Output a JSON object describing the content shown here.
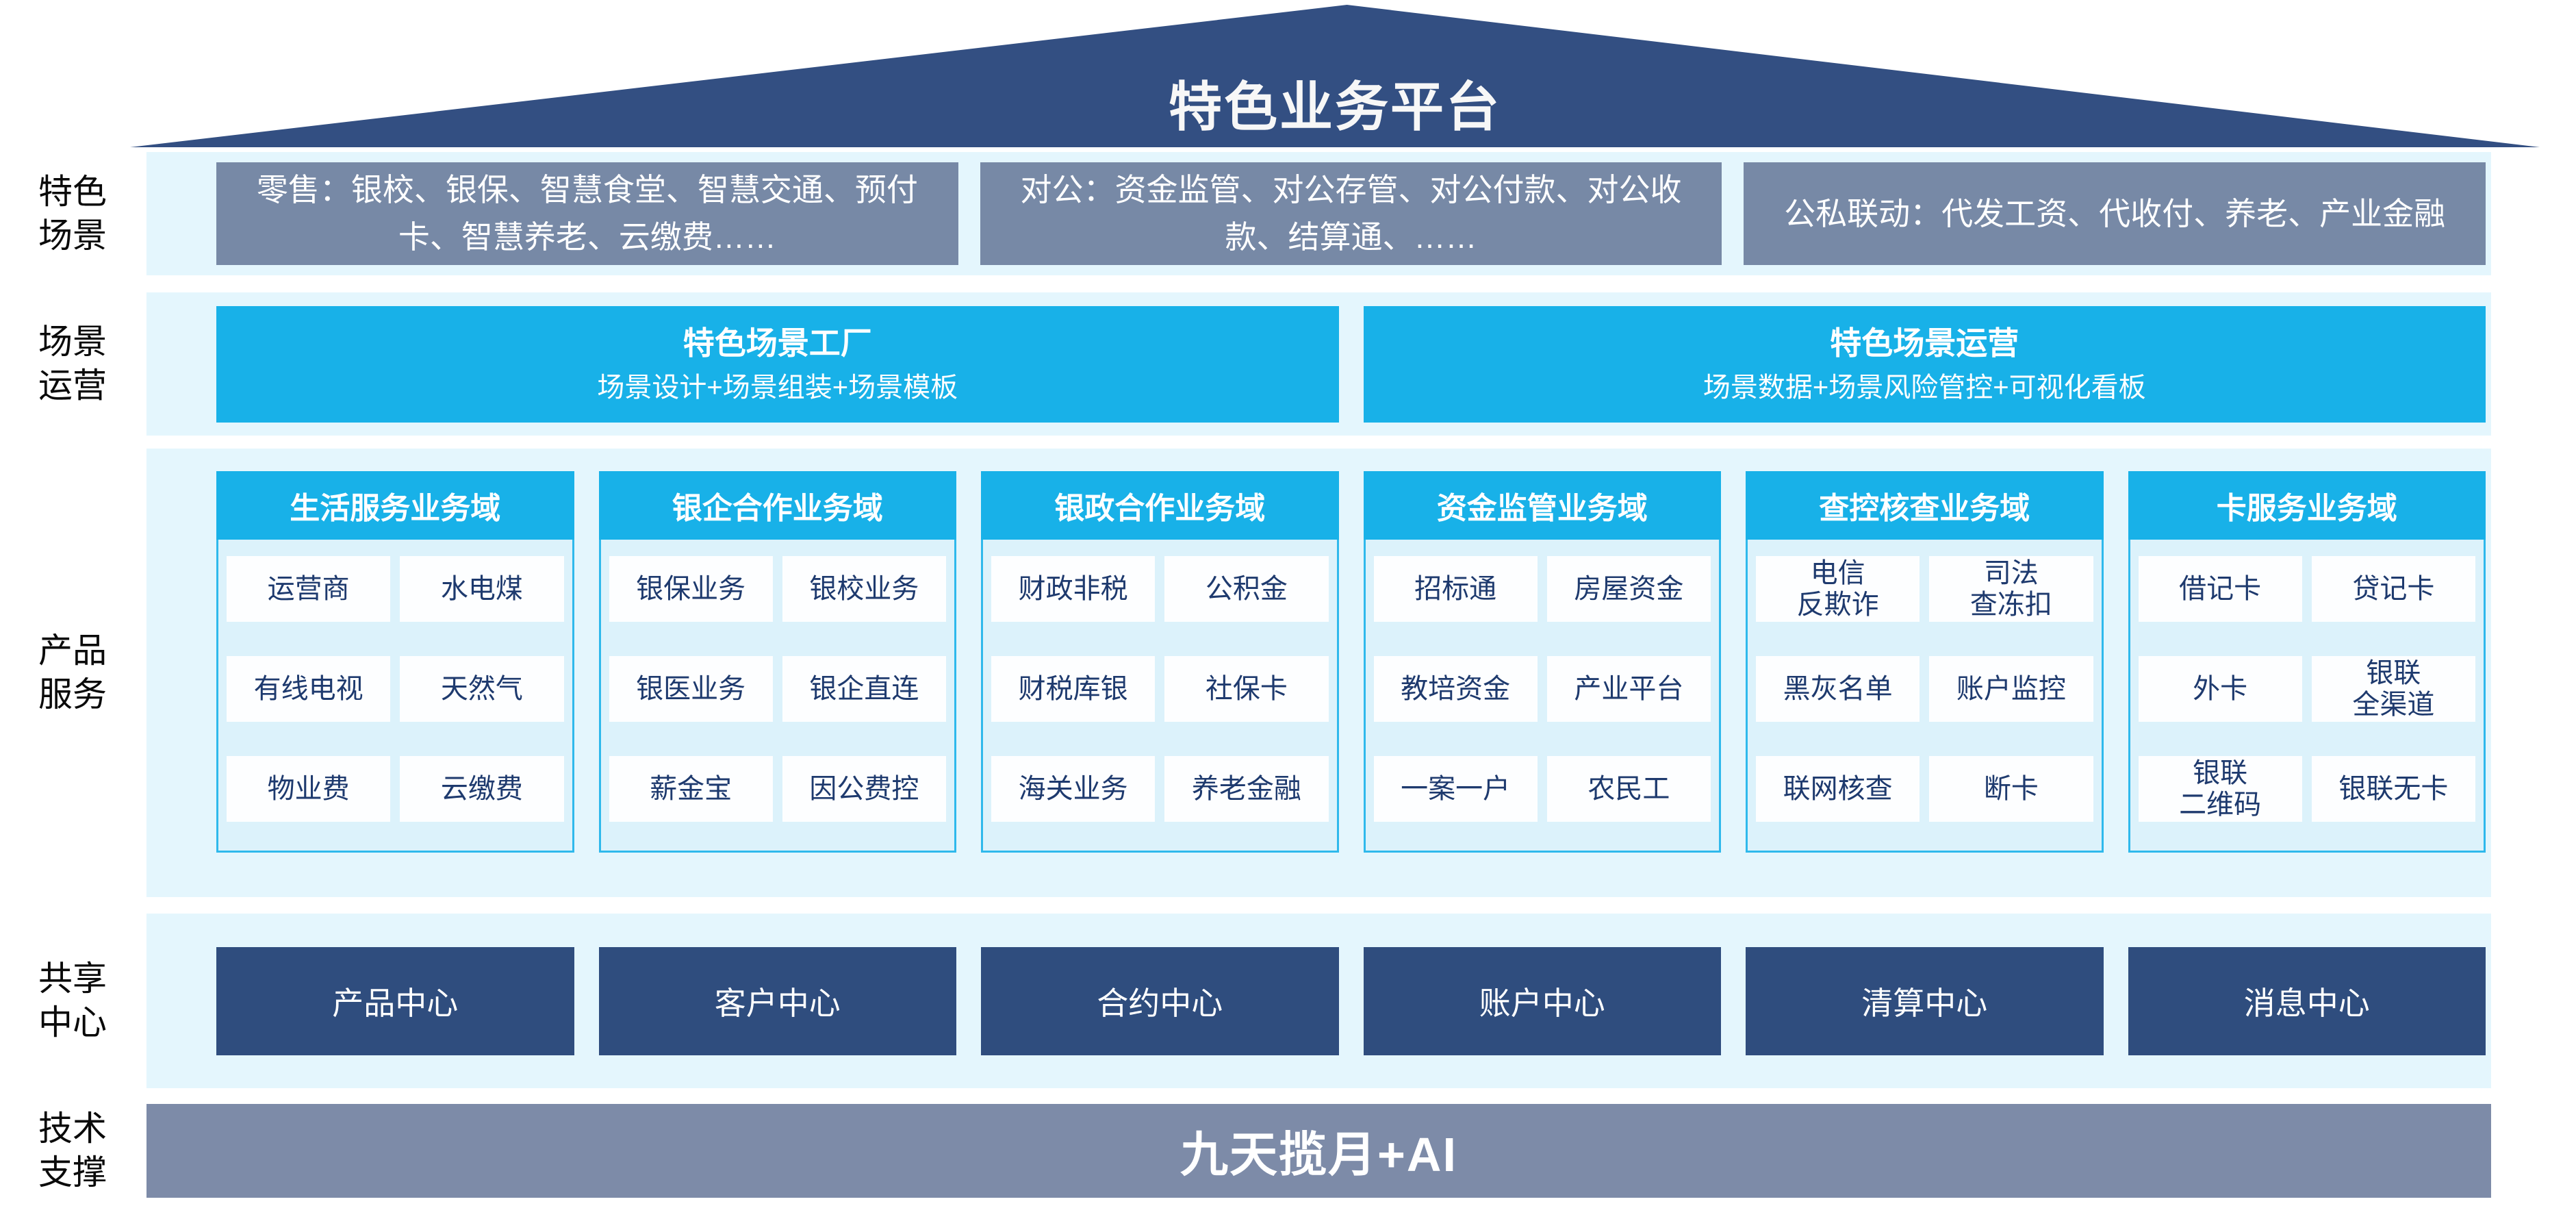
{
  "platform_title": "特色业务平台",
  "colors": {
    "roof_navy": "#334F82",
    "band_light_blue": "#E4F6FD",
    "scene_box_gray_blue": "#7789A6",
    "accent_cyan": "#18B1E8",
    "domain_body_blue": "#DCF2FB",
    "domain_border_cyan": "#2FB9EC",
    "card_white": "#FDFEFF",
    "card_text_navy": "#1E3A6E",
    "center_box_navy": "#2F4D7E",
    "tech_bar_gray_blue": "#7D8BA8"
  },
  "rows": {
    "scenes": {
      "label": "特色\n场景",
      "boxes": [
        "零售：银校、银保、智慧食堂、智慧交通、预付卡、智慧养老、云缴费……",
        "对公：资金监管、对公存管、对公付款、对公收款、结算通、……",
        "公私联动：代发工资、代收付、养老、产业金融"
      ]
    },
    "operation": {
      "label": "场景\n运营",
      "boxes": [
        {
          "title": "特色场景工厂",
          "subtitle": "场景设计+场景组装+场景模板"
        },
        {
          "title": "特色场景运营",
          "subtitle": "场景数据+场景风险管控+可视化看板"
        }
      ]
    },
    "products": {
      "label": "产品\n服务",
      "domains": [
        {
          "title": "生活服务业务域",
          "items": [
            "运营商",
            "水电煤",
            "有线电视",
            "天然气",
            "物业费",
            "云缴费"
          ]
        },
        {
          "title": "银企合作业务域",
          "items": [
            "银保业务",
            "银校业务",
            "银医业务",
            "银企直连",
            "薪金宝",
            "因公费控"
          ]
        },
        {
          "title": "银政合作业务域",
          "items": [
            "财政非税",
            "公积金",
            "财税库银",
            "社保卡",
            "海关业务",
            "养老金融"
          ]
        },
        {
          "title": "资金监管业务域",
          "items": [
            "招标通",
            "房屋资金",
            "教培资金",
            "产业平台",
            "一案一户",
            "农民工"
          ]
        },
        {
          "title": "查控核查业务域",
          "items": [
            "电信\n反欺诈",
            "司法\n查冻扣",
            "黑灰名单",
            "账户监控",
            "联网核查",
            "断卡"
          ]
        },
        {
          "title": "卡服务业务域",
          "items": [
            "借记卡",
            "贷记卡",
            "外卡",
            "银联\n全渠道",
            "银联\n二维码",
            "银联无卡"
          ]
        }
      ]
    },
    "shared": {
      "label": "共享\n中心",
      "centers": [
        "产品中心",
        "客户中心",
        "合约中心",
        "账户中心",
        "清算中心",
        "消息中心"
      ]
    },
    "tech": {
      "label": "技术\n支撑",
      "bar": "九天揽月+AI"
    }
  }
}
